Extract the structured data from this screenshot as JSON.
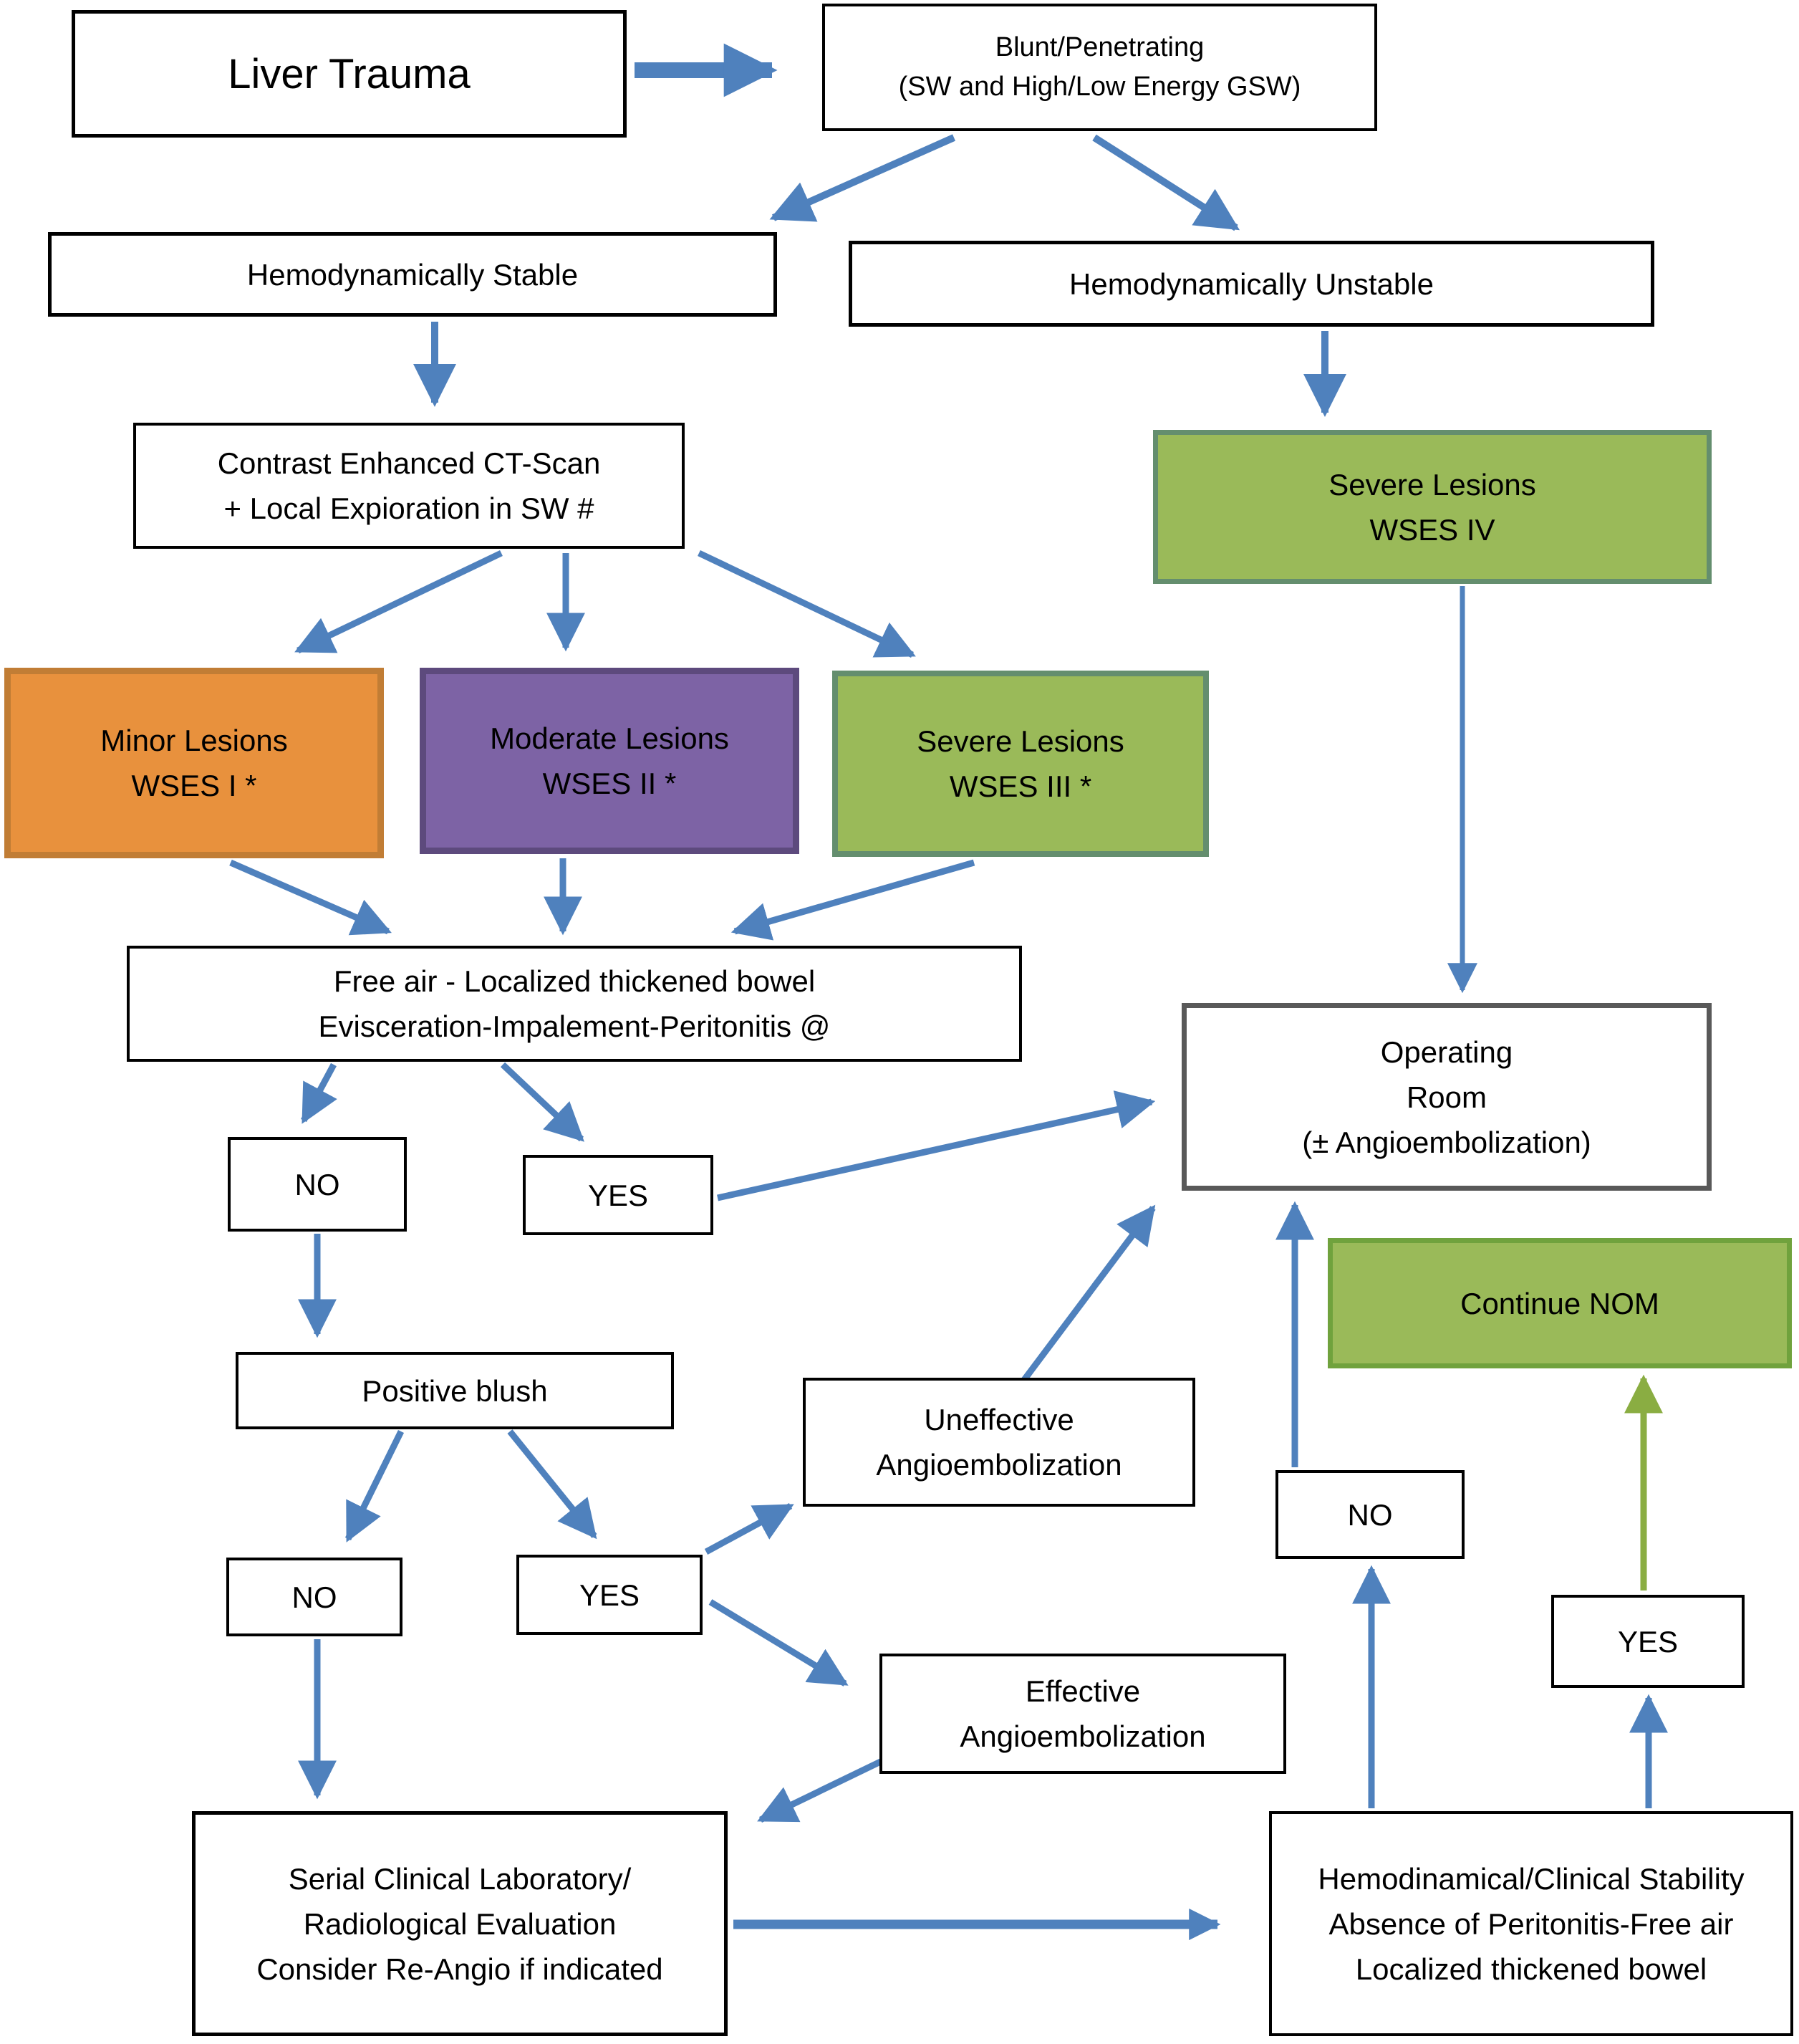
{
  "colors": {
    "arrow_blue": "#4f81bd",
    "arrow_green": "#8aad42",
    "or_border_gray": "#595959",
    "orange_fill": "#e8913d",
    "orange_border": "#c17d35",
    "purple_fill": "#7d63a5",
    "purple_border": "#5d4a7d",
    "green_fill": "#9aba59",
    "green_border": "#648e6e",
    "nom_border": "#70a23d"
  },
  "nodes": {
    "liver_trauma": {
      "label": "Liver Trauma"
    },
    "blunt_penetrating": {
      "lines": [
        "Blunt/Penetrating",
        "(SW and High/Low Energy GSW)"
      ]
    },
    "hemo_stable": {
      "label": "Hemodynamically Stable"
    },
    "hemo_unstable": {
      "label": "Hemodynamically Unstable"
    },
    "ct_scan": {
      "lines": [
        "Contrast Enhanced CT-Scan",
        "+ Local Expioration in SW #"
      ]
    },
    "severe_wses4": {
      "lines": [
        "Severe Lesions",
        "WSES IV"
      ]
    },
    "minor_wses1": {
      "lines": [
        "Minor Lesions",
        "WSES I *"
      ]
    },
    "moderate_wses2": {
      "lines": [
        "Moderate Lesions",
        "WSES II *"
      ]
    },
    "severe_wses3": {
      "lines": [
        "Severe Lesions",
        "WSES III *"
      ]
    },
    "free_air": {
      "lines": [
        "Free air - Localized thickened bowel",
        "Evisceration-Impalement-Peritonitis @"
      ]
    },
    "operating_room": {
      "lines": [
        "Operating",
        "Room",
        "(± Angioembolization)"
      ]
    },
    "no1": {
      "label": "NO"
    },
    "yes1": {
      "label": "YES"
    },
    "continue_nom": {
      "label": "Continue NOM"
    },
    "positive_blush": {
      "label": "Positive blush"
    },
    "uneffective_angio": {
      "lines": [
        "Uneffective",
        "Angioembolization"
      ]
    },
    "no2": {
      "label": "NO"
    },
    "no3": {
      "label": "NO"
    },
    "yes2": {
      "label": "YES"
    },
    "yes3": {
      "label": "YES"
    },
    "effective_angio": {
      "lines": [
        "Effective",
        "Angioembolization"
      ]
    },
    "serial_eval": {
      "lines": [
        "Serial Clinical Laboratory/",
        "Radiological Evaluation",
        "Consider Re-Angio if indicated"
      ]
    },
    "hemodinamical_stability": {
      "lines": [
        "Hemodinamical/Clinical Stability",
        "Absence of Peritonitis-Free air",
        "Localized thickened bowel"
      ]
    }
  },
  "edges": [
    {
      "from": "liver_trauma",
      "to": "blunt_penetrating",
      "color": "blue"
    },
    {
      "from": "blunt_penetrating",
      "to": "hemo_stable",
      "color": "blue"
    },
    {
      "from": "blunt_penetrating",
      "to": "hemo_unstable",
      "color": "blue"
    },
    {
      "from": "hemo_stable",
      "to": "ct_scan",
      "color": "blue"
    },
    {
      "from": "hemo_unstable",
      "to": "severe_wses4",
      "color": "blue"
    },
    {
      "from": "ct_scan",
      "to": "minor_wses1",
      "color": "blue"
    },
    {
      "from": "ct_scan",
      "to": "moderate_wses2",
      "color": "blue"
    },
    {
      "from": "ct_scan",
      "to": "severe_wses3",
      "color": "blue"
    },
    {
      "from": "minor_wses1",
      "to": "free_air",
      "color": "blue"
    },
    {
      "from": "moderate_wses2",
      "to": "free_air",
      "color": "blue"
    },
    {
      "from": "severe_wses3",
      "to": "free_air",
      "color": "blue"
    },
    {
      "from": "severe_wses4",
      "to": "operating_room",
      "color": "blue"
    },
    {
      "from": "free_air",
      "to": "no1",
      "color": "blue"
    },
    {
      "from": "free_air",
      "to": "yes1",
      "color": "blue"
    },
    {
      "from": "yes1",
      "to": "operating_room",
      "color": "blue"
    },
    {
      "from": "no1",
      "to": "positive_blush",
      "color": "blue"
    },
    {
      "from": "positive_blush",
      "to": "no3",
      "color": "blue"
    },
    {
      "from": "positive_blush",
      "to": "yes2",
      "color": "blue"
    },
    {
      "from": "yes2",
      "to": "uneffective_angio",
      "color": "blue"
    },
    {
      "from": "yes2",
      "to": "effective_angio",
      "color": "blue"
    },
    {
      "from": "uneffective_angio",
      "to": "operating_room",
      "color": "blue"
    },
    {
      "from": "no2",
      "to": "operating_room",
      "color": "blue"
    },
    {
      "from": "hemodinamical_stability",
      "to": "no2",
      "color": "blue"
    },
    {
      "from": "yes3",
      "to": "continue_nom",
      "color": "green"
    },
    {
      "from": "hemodinamical_stability",
      "to": "yes3",
      "color": "blue"
    },
    {
      "from": "effective_angio",
      "to": "serial_eval",
      "color": "blue"
    },
    {
      "from": "no3",
      "to": "serial_eval",
      "color": "blue"
    },
    {
      "from": "serial_eval",
      "to": "hemodinamical_stability",
      "color": "blue"
    }
  ]
}
